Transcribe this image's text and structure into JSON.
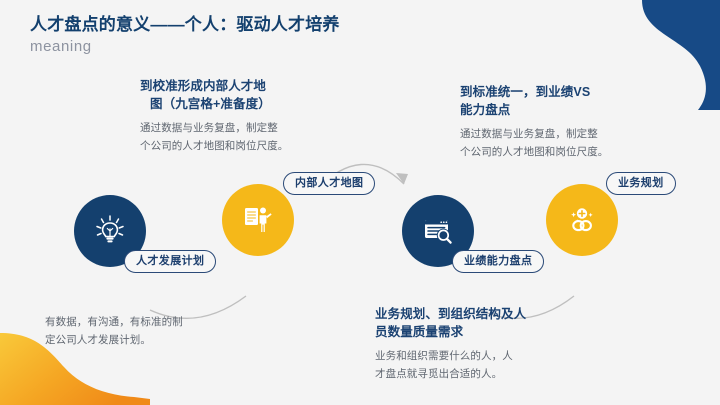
{
  "header": {
    "title": "人才盘点的意义——个人：驱动人才培养",
    "subtitle": "meaning"
  },
  "colors": {
    "navy": "#14406e",
    "amber": "#f5b819",
    "heading_blue": "#1b4272",
    "body_gray": "#5f6670",
    "background": "#f4f4f4",
    "arc_gray": "#bfbfbf"
  },
  "badges": [
    {
      "id": "talent-development-plan",
      "icon": "lightbulb-icon",
      "color": "navy",
      "label": "人才发展计划"
    },
    {
      "id": "internal-talent-map",
      "icon": "person-document-icon",
      "color": "amber",
      "label": "内部人才地图"
    },
    {
      "id": "performance-capability-review",
      "icon": "document-search-icon",
      "color": "navy",
      "label": "业绩能力盘点"
    },
    {
      "id": "business-planning",
      "icon": "add-person-link-icon",
      "color": "amber",
      "label": "业务规划"
    }
  ],
  "blocks": {
    "top_left": {
      "heading_lines": [
        "到校准形成内部人才地",
        "图（九宫格+准备度）"
      ],
      "body_lines": [
        "通过数据与业务复盘，制定整",
        "个公司的人才地图和岗位尺度。"
      ]
    },
    "top_right": {
      "heading_lines": [
        "到标准统一，到业绩VS",
        "能力盘点"
      ],
      "body_lines": [
        "通过数据与业务复盘，制定整",
        "个公司的人才地图和岗位尺度。"
      ]
    },
    "bottom_left": {
      "heading_lines": [],
      "body_lines": [
        "有数据，有沟通，有标准的制",
        "定公司人才发展计划。"
      ]
    },
    "bottom_right": {
      "heading_lines": [
        "业务规划、到组织结构及人",
        "员数量质量需求"
      ],
      "body_lines": [
        "业务和组织需要什么的人，人",
        "才盘点就寻觅出合适的人。"
      ]
    }
  }
}
